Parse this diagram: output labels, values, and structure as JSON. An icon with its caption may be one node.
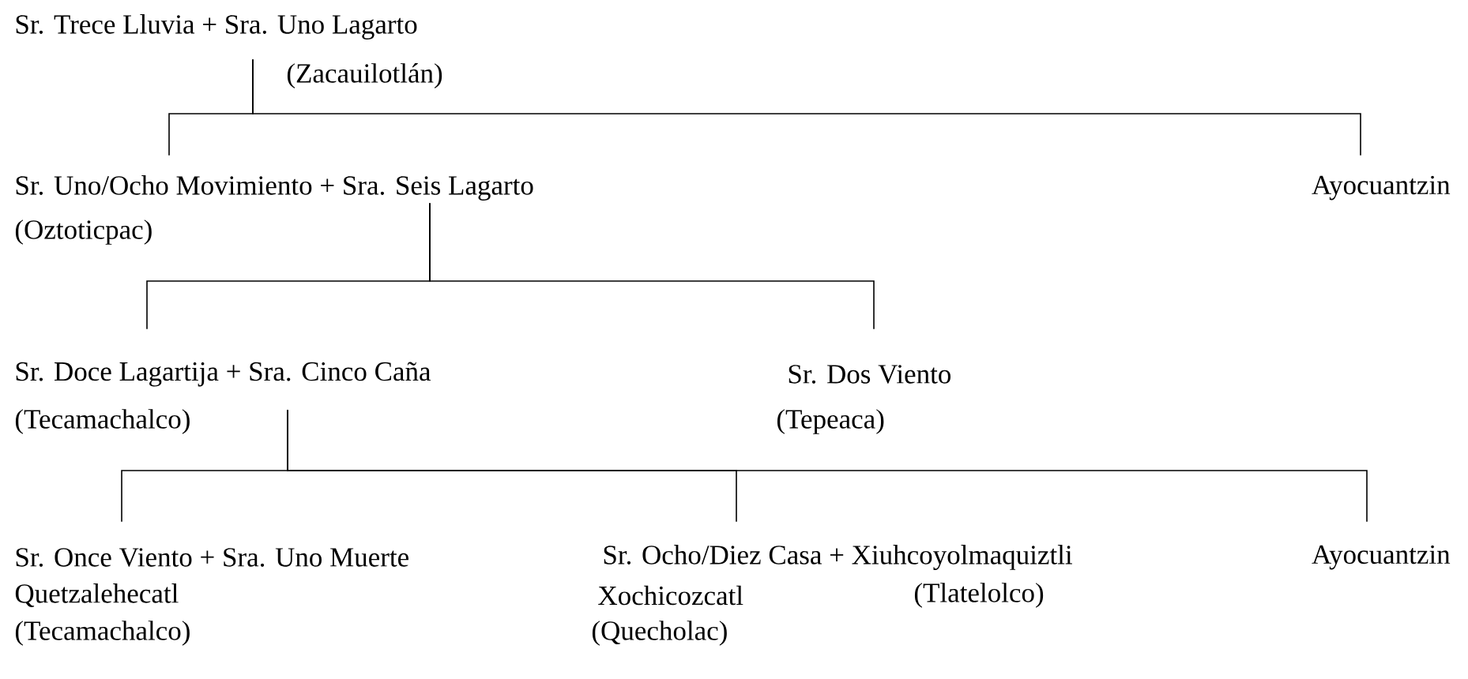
{
  "diagram": {
    "nodes": [
      {
        "text": [
          "Sr. Trece Lluvia + Sra. Uno Lagarto",
          "(Zacauilotlán)"
        ]
      },
      {
        "text": [
          "Sr. Uno/Ocho Movimiento + Sra. Seis Lagarto",
          "(Oztoticpac)"
        ]
      },
      {
        "text": [
          "Ayocuantzin"
        ]
      },
      {
        "text": [
          "Sr. Doce Lagartija + Sra. Cinco Caña",
          "(Tecamachalco)"
        ]
      },
      {
        "text": [
          "Sr. Dos Viento",
          "(Tepeaca)"
        ]
      },
      {
        "text": [
          "Sr. Once Viento + Sra. Uno Muerte",
          "Quetzalehecatl",
          "(Tecamachalco)"
        ]
      },
      {
        "text": [
          "Sr. Ocho/Diez Casa + Xiuhcoyolmaquiztli",
          "Xochicozcatl",
          "(Tlatelolco)",
          "(Quecholac)"
        ]
      },
      {
        "text": [
          "Ayocuantzin"
        ]
      }
    ],
    "edges": [
      {
        "from": 0,
        "to": 1,
        "arrow": "none"
      },
      {
        "from": 0,
        "to": 2,
        "arrow": "none"
      },
      {
        "from": 1,
        "to": 3,
        "arrow": "none"
      },
      {
        "from": 1,
        "to": 4,
        "arrow": "none"
      },
      {
        "from": 3,
        "to": 5,
        "arrow": "none"
      },
      {
        "from": 3,
        "to": 6,
        "arrow": "none"
      },
      {
        "from": 3,
        "to": 7,
        "arrow": "none"
      }
    ]
  }
}
